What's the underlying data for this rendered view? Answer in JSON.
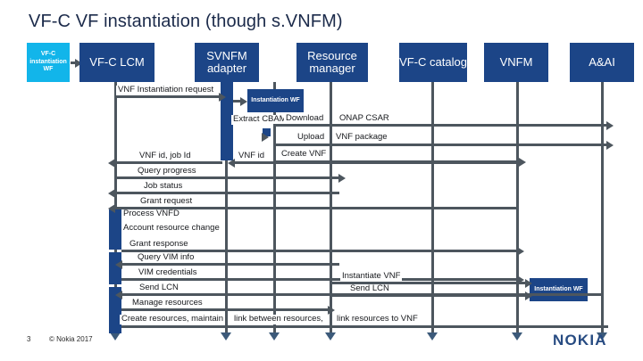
{
  "slide": {
    "title": "VF-C VF instantiation (though s.VNFM)",
    "page_number": "3",
    "copyright": "© Nokia 2017",
    "brand": "NOKIA",
    "colors": {
      "dark_blue": "#1c4587",
      "cyan": "#12b5ea",
      "line_gray": "#4d565e",
      "title_blue": "#1b2a4a",
      "logo_blue": "#274b82"
    }
  },
  "actors": [
    {
      "id": "vfc-wf",
      "label": "VF-C instantiation WF",
      "kind": "start-box",
      "color": "#12b5ea"
    },
    {
      "id": "vfc-lcm",
      "label": "VF-C LCM",
      "kind": "lifeline",
      "color": "#1c4587"
    },
    {
      "id": "svnfm-adapter",
      "label": "SVNFM adapter",
      "kind": "lifeline",
      "color": "#1c4587"
    },
    {
      "id": "resource-manager",
      "label": "Resource manager",
      "kind": "lifeline",
      "color": "#1c4587"
    },
    {
      "id": "vfc-catalog",
      "label": "VF-C catalog",
      "kind": "lifeline",
      "color": "#1c4587"
    },
    {
      "id": "vnfm",
      "label": "VNFM",
      "kind": "lifeline",
      "color": "#1c4587"
    },
    {
      "id": "aai",
      "label": "A&AI",
      "kind": "lifeline",
      "color": "#1c4587"
    }
  ],
  "inline_boxes": [
    {
      "id": "instantiation-wf-1",
      "label": "Instantiation WF"
    },
    {
      "id": "instantiation-wf-2",
      "label": "Instantiation WF"
    }
  ],
  "messages": [
    {
      "id": "m1",
      "label": "VNF Instantiation request",
      "from": "vfc-lcm",
      "to": "svnfm-adapter",
      "direction": "right"
    },
    {
      "id": "m2",
      "label": "Extract CBAM package",
      "from": "svnfm-adapter",
      "to": "svnfm-adapter",
      "direction": "self"
    },
    {
      "id": "m3",
      "label": "Download",
      "from": "svnfm-adapter",
      "to": "vfc-catalog",
      "direction": "right"
    },
    {
      "id": "m4",
      "label": "ONAP CSAR",
      "from": "svnfm-adapter",
      "to": "aai",
      "direction": "right"
    },
    {
      "id": "m5",
      "label": "Upload",
      "from": "svnfm-adapter",
      "to": "vnfm",
      "direction": "right"
    },
    {
      "id": "m6",
      "label": "VNF package",
      "from": "svnfm-adapter",
      "to": "vnfm",
      "direction": "right"
    },
    {
      "id": "m7",
      "label": "Create VNF",
      "from": "svnfm-adapter",
      "to": "vnfm",
      "direction": "right"
    },
    {
      "id": "m8",
      "label": "VNF id",
      "from": "vnfm",
      "to": "svnfm-adapter",
      "direction": "left"
    },
    {
      "id": "m9",
      "label": "VNF id, job Id",
      "from": "svnfm-adapter",
      "to": "vfc-lcm",
      "direction": "left"
    },
    {
      "id": "m10",
      "label": "Query progress",
      "from": "vfc-lcm",
      "to": "svnfm-adapter",
      "direction": "right"
    },
    {
      "id": "m11",
      "label": "Job status",
      "from": "svnfm-adapter",
      "to": "vfc-lcm",
      "direction": "left"
    },
    {
      "id": "m12",
      "label": "Grant request",
      "from": "svnfm-adapter",
      "to": "vfc-lcm",
      "direction": "left"
    },
    {
      "id": "m13",
      "label": "Process VNFD",
      "from": "vfc-lcm",
      "to": "vfc-lcm",
      "direction": "self"
    },
    {
      "id": "m14",
      "label": "Account resource change",
      "from": "vfc-lcm",
      "to": "vfc-lcm",
      "direction": "self"
    },
    {
      "id": "m15",
      "label": "Grant response",
      "from": "vfc-lcm",
      "to": "vnfm",
      "direction": "right"
    },
    {
      "id": "m16",
      "label": "Query VIM info",
      "from": "svnfm-adapter",
      "to": "vfc-lcm",
      "direction": "left"
    },
    {
      "id": "m17",
      "label": "VIM credentials",
      "from": "vfc-lcm",
      "to": "vnfm",
      "direction": "right"
    },
    {
      "id": "m18",
      "label": "Instantiate VNF",
      "from": "resource-manager",
      "to": "vnfm",
      "direction": "right"
    },
    {
      "id": "m19",
      "label": "Send LCN",
      "from": "vnfm",
      "to": "vfc-lcm",
      "direction": "left"
    },
    {
      "id": "m20",
      "label": "Send LCN",
      "from": "resource-manager",
      "to": "vnfm",
      "direction": "right"
    },
    {
      "id": "m21",
      "label": "Manage resources",
      "from": "vfc-lcm",
      "to": "resource-manager",
      "direction": "right"
    },
    {
      "id": "m22",
      "label": "Create resources, maintain",
      "from": "vfc-lcm",
      "to": "svnfm-adapter",
      "direction": "none"
    },
    {
      "id": "m23",
      "label": "link between resources,",
      "from": "svnfm-adapter",
      "to": "resource-manager",
      "direction": "none"
    },
    {
      "id": "m24",
      "label": "link resources to VNF",
      "from": "resource-manager",
      "to": "vnfm",
      "direction": "none"
    }
  ]
}
